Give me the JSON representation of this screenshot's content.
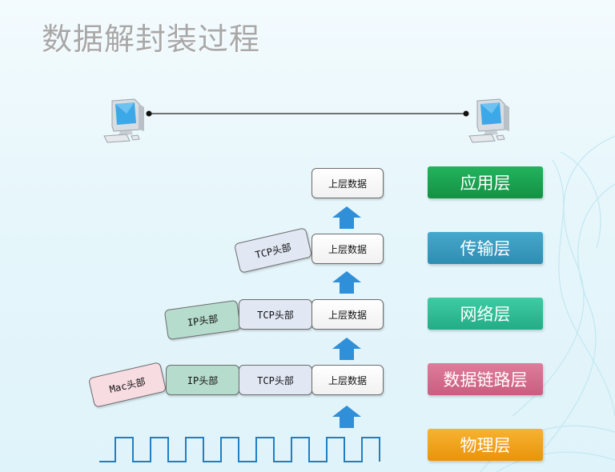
{
  "title": "数据解封装过程",
  "labels": {
    "data": "上层数据",
    "tcp": "TCP头部",
    "ip": "IP头部",
    "mac": "Mac头部"
  },
  "layers": [
    {
      "name": "应用层",
      "color": "#1aa954"
    },
    {
      "name": "传输层",
      "color": "#3b9cc0"
    },
    {
      "name": "网络层",
      "color": "#2fbf98"
    },
    {
      "name": "数据链路层",
      "color": "#d76d8e"
    },
    {
      "name": "物理层",
      "color": "#f4a418"
    }
  ],
  "colors": {
    "arrow": "#2f8fd8",
    "wave": "#1e7fc4",
    "link": "#222222"
  },
  "icons": [
    "computer-icon-left",
    "computer-icon-right",
    "up-arrow-icon",
    "square-wave-signal"
  ]
}
